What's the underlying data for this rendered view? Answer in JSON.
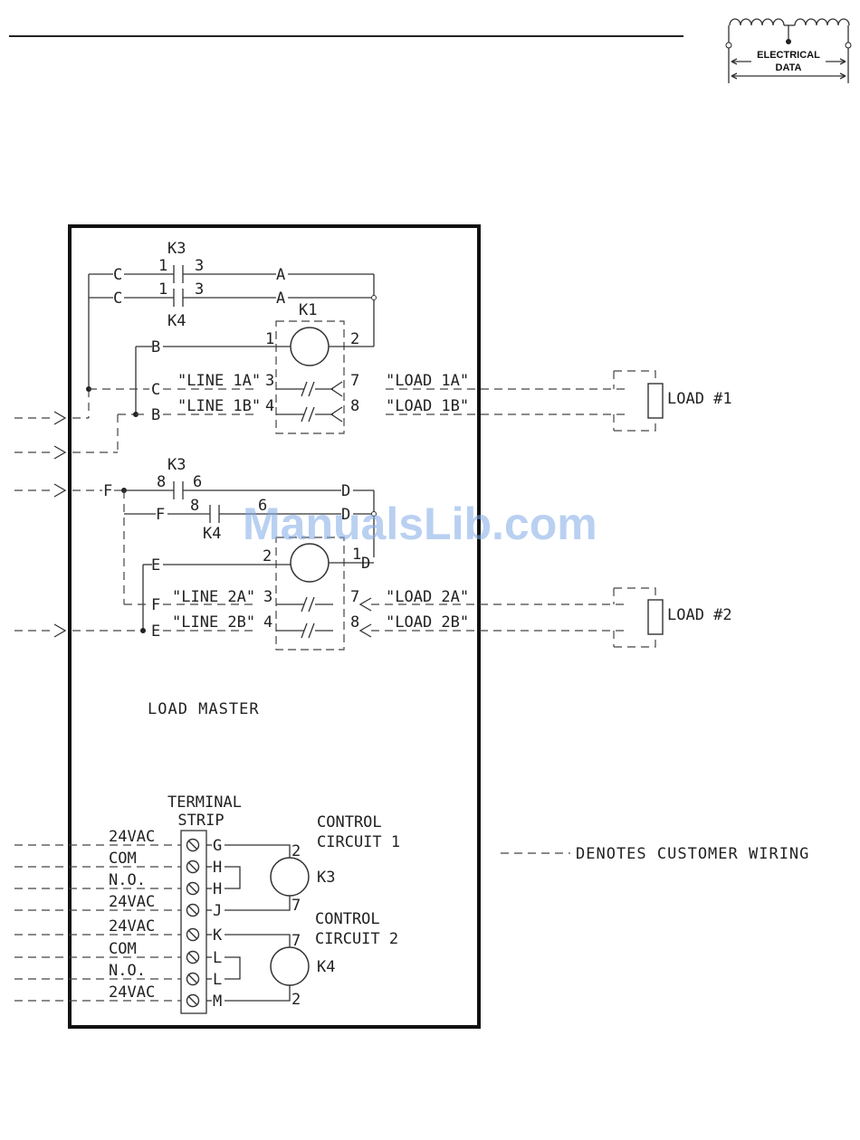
{
  "logo": {
    "line1": "ELECTRICAL",
    "line2": "DATA"
  },
  "watermark": "ManualsLib.com",
  "title": "LOAD MASTER",
  "legend": "DENOTES CUSTOMER WIRING",
  "terminal_strip": {
    "line1": "TERMINAL",
    "line2": "STRIP"
  },
  "control_circuit_1": {
    "line1": "CONTROL",
    "line2": "CIRCUIT 1"
  },
  "control_circuit_2": {
    "line1": "CONTROL",
    "line2": "CIRCUIT 2"
  },
  "relays": {
    "k1": "K1",
    "k3": "K3",
    "k4": "K4"
  },
  "loads": {
    "load1": "LOAD #1",
    "load2": "LOAD #2"
  },
  "circuit1_labels": {
    "line_1a": "\"LINE 1A\"",
    "line_1b": "\"LINE 1B\"",
    "load_1a": "\"LOAD 1A\"",
    "load_1b": "\"LOAD 1B\""
  },
  "circuit2_labels": {
    "line_2a": "\"LINE 2A\"",
    "line_2b": "\"LINE 2B\"",
    "load_2a": "\"LOAD 2A\"",
    "load_2b": "\"LOAD 2B\""
  },
  "wire_letters": {
    "a": "A",
    "b": "B",
    "c": "C",
    "d": "D",
    "e": "E",
    "f": "F"
  },
  "pins": {
    "p1": "1",
    "p2": "2",
    "p3": "3",
    "p4": "4",
    "p6": "6",
    "p7": "7",
    "p8": "8"
  },
  "terminals": [
    {
      "wire": "24VAC",
      "letter": "G"
    },
    {
      "wire": "COM",
      "letter": "H"
    },
    {
      "wire": "N.O.",
      "letter": "H"
    },
    {
      "wire": "24VAC",
      "letter": "J"
    },
    {
      "wire": "24VAC",
      "letter": "K"
    },
    {
      "wire": "COM",
      "letter": "L"
    },
    {
      "wire": "N.O.",
      "letter": "L"
    },
    {
      "wire": "24VAC",
      "letter": "M"
    }
  ]
}
